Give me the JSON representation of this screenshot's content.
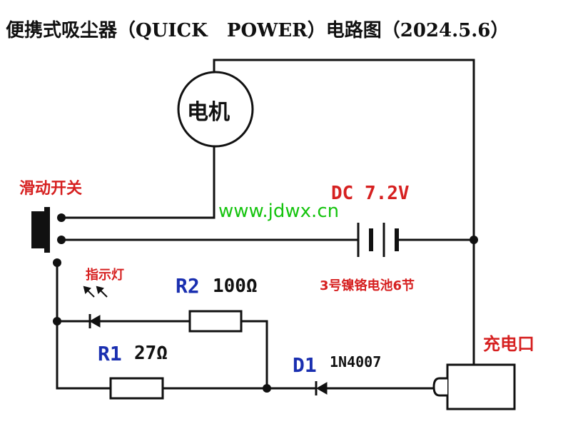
{
  "title": "便携式吸尘器（QUICK   POWER）电路图（2024.5.6）",
  "components": {
    "motor_label": "电机",
    "slide_switch_label": "滑动开关",
    "battery_label": "DC 7.2V",
    "battery_note": "3号镍铬电池6节",
    "indicator_label": "指示灯",
    "r2_name": "R2",
    "r2_value": "100Ω",
    "r1_name": "R1",
    "r1_value": "27Ω",
    "d1_name": "D1",
    "d1_part": "1N4007",
    "charge_port_label": "充电口"
  },
  "watermark": "www.jdwx.cn",
  "colors": {
    "wire": "#111111",
    "label_red": "#d62020",
    "label_blue": "#1a2fb0",
    "watermark_green": "#16c40f"
  }
}
